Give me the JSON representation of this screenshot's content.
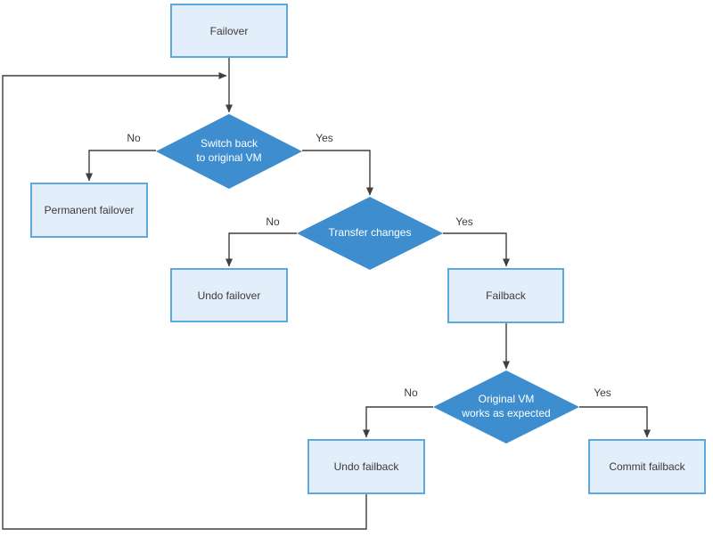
{
  "colors": {
    "box_fill": "#e2eef9",
    "box_border": "#5ea9dc",
    "diamond_fill": "#3e8ecf",
    "diamond_text": "#ffffff",
    "box_text": "#3b3b3b",
    "line": "#3f3f3f"
  },
  "nodes": {
    "failover": {
      "label": "Failover",
      "type": "process"
    },
    "switch_back": {
      "label": "Switch back\nto original VM",
      "type": "decision"
    },
    "permanent_failover": {
      "label": "Permanent failover",
      "type": "process"
    },
    "transfer_changes": {
      "label": "Transfer changes",
      "type": "decision"
    },
    "undo_failover": {
      "label": "Undo failover",
      "type": "process"
    },
    "failback": {
      "label": "Failback",
      "type": "process"
    },
    "original_vm_works": {
      "label": "Original VM\nworks as expected",
      "type": "decision"
    },
    "undo_failback": {
      "label": "Undo failback",
      "type": "process"
    },
    "commit_failback": {
      "label": "Commit failback",
      "type": "process"
    }
  },
  "edge_labels": {
    "switch_back_no": "No",
    "switch_back_yes": "Yes",
    "transfer_changes_no": "No",
    "transfer_changes_yes": "Yes",
    "original_vm_works_no": "No",
    "original_vm_works_yes": "Yes"
  },
  "edges": [
    {
      "from": "failover",
      "to": "switch_back",
      "label": ""
    },
    {
      "from": "switch_back",
      "to": "permanent_failover",
      "label": "No"
    },
    {
      "from": "switch_back",
      "to": "transfer_changes",
      "label": "Yes"
    },
    {
      "from": "transfer_changes",
      "to": "undo_failover",
      "label": "No"
    },
    {
      "from": "transfer_changes",
      "to": "failback",
      "label": "Yes"
    },
    {
      "from": "failback",
      "to": "original_vm_works",
      "label": ""
    },
    {
      "from": "original_vm_works",
      "to": "undo_failback",
      "label": "No"
    },
    {
      "from": "original_vm_works",
      "to": "commit_failback",
      "label": "Yes"
    },
    {
      "from": "undo_failback",
      "to": "switch_back",
      "label": ""
    }
  ]
}
